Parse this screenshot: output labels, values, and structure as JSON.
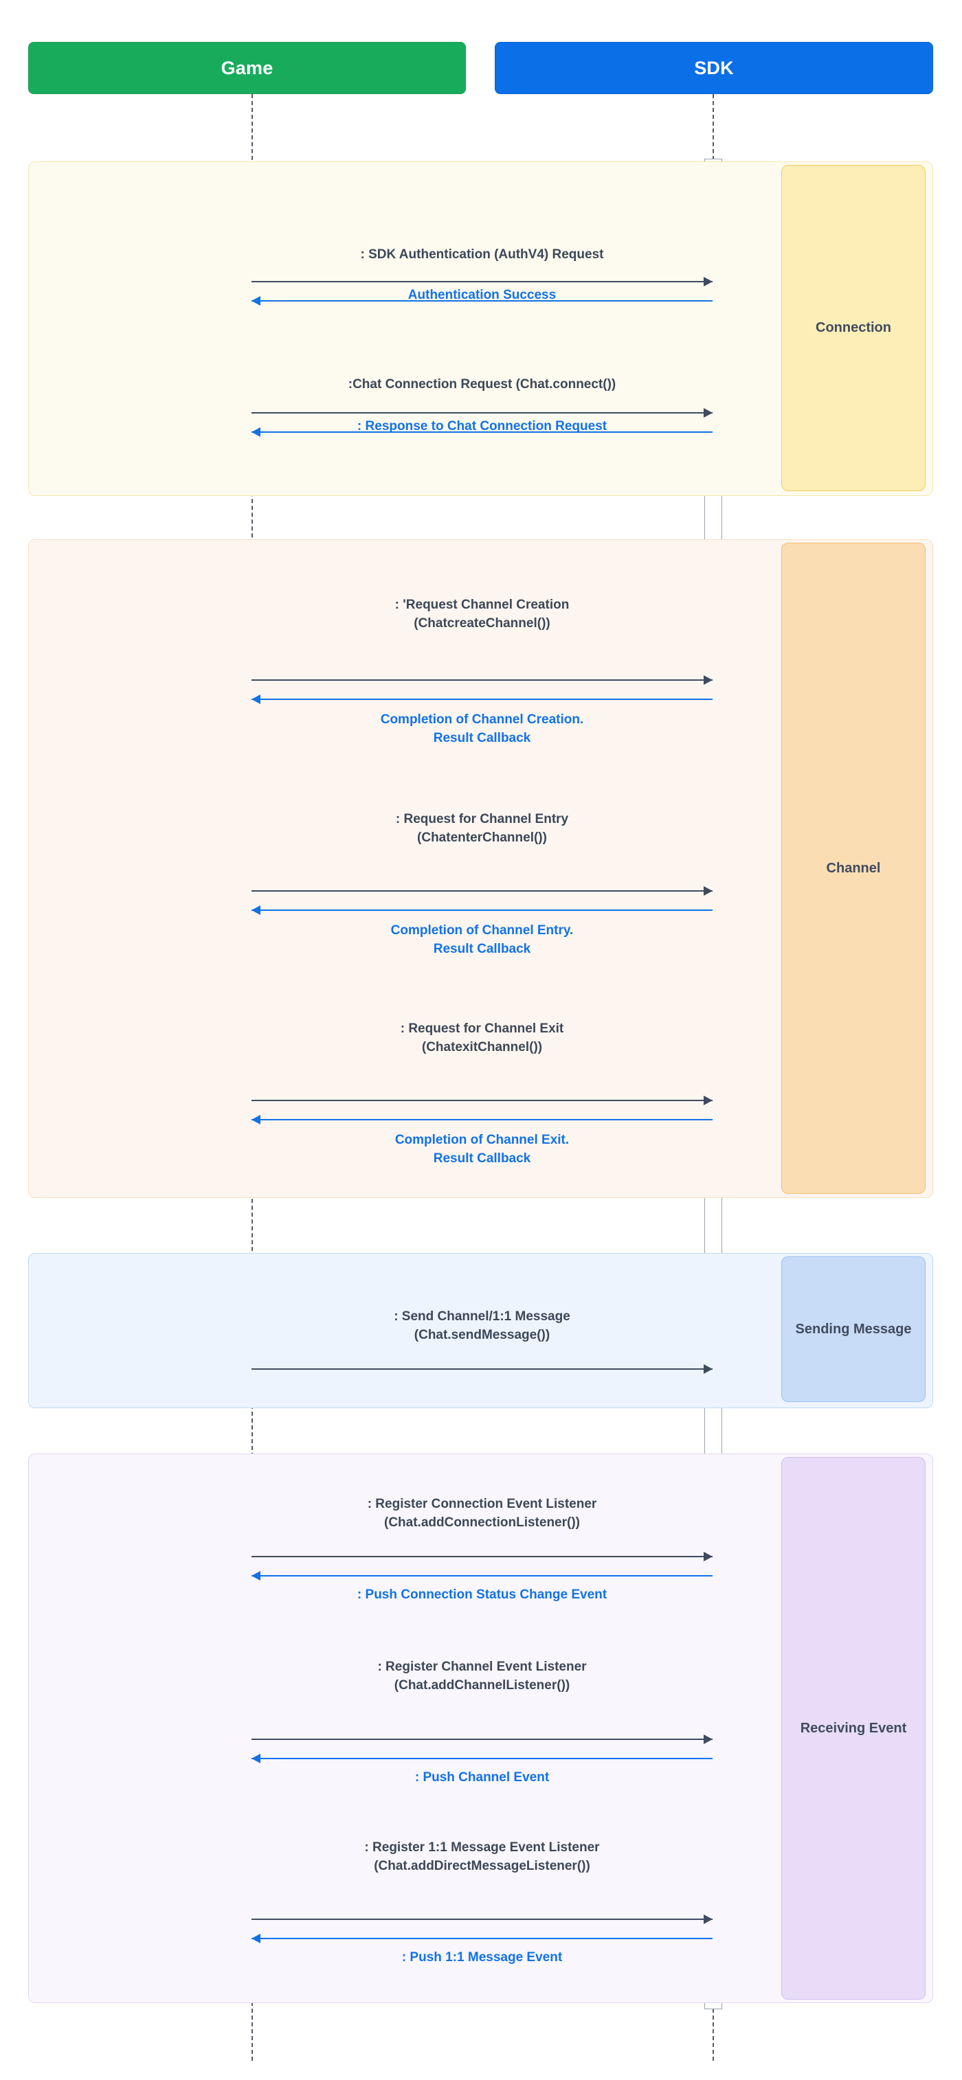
{
  "actors": [
    {
      "name": "Game",
      "color": "#19ab5c"
    },
    {
      "name": "SDK",
      "color": "#0b6fe8"
    }
  ],
  "colors": {
    "request_arrow": "#3f4b5e",
    "response_arrow": "#1272e6",
    "request_text": "#3c4757",
    "response_text": "#1272e6",
    "lifeline": "#555a63"
  },
  "sections": [
    {
      "key": "connection",
      "label": "Connection",
      "fill": "#fdfaef",
      "stroke": "#f5e9a8",
      "label_fill": "#fdeeb8",
      "label_stroke": "#f2cf5a",
      "messages": [
        {
          "type": "request",
          "text": ": SDK Authentication (AuthV4) Request"
        },
        {
          "type": "response",
          "text": "Authentication Success"
        },
        {
          "type": "request",
          "text": ":Chat Connection Request (Chat.connect())"
        },
        {
          "type": "response",
          "text": ": Response to Chat Connection Request"
        }
      ]
    },
    {
      "key": "channel",
      "label": "Channel",
      "fill": "#fdf6f0",
      "stroke": "#f9dfc2",
      "label_fill": "#fbddb3",
      "label_stroke": "#f3bd71",
      "messages": [
        {
          "type": "request",
          "text": ": 'Request Channel Creation\n(ChatcreateChannel())"
        },
        {
          "type": "response",
          "text": "Completion of Channel Creation.\nResult Callback"
        },
        {
          "type": "request",
          "text": ": Request for Channel Entry\n(ChatenterChannel())"
        },
        {
          "type": "response",
          "text": "Completion of Channel Entry.\nResult Callback"
        },
        {
          "type": "request",
          "text": ": Request for Channel Exit\n(ChatexitChannel())"
        },
        {
          "type": "response",
          "text": "Completion of Channel Exit.\nResult Callback"
        }
      ]
    },
    {
      "key": "sending",
      "label": "Sending\nMessage",
      "fill": "#edf4fd",
      "stroke": "#bfd9f6",
      "label_fill": "#c8dcf7",
      "label_stroke": "#9dc0ee",
      "messages": [
        {
          "type": "request",
          "text": ": Send Channel/1:1 Message\n(Chat.sendMessage())"
        }
      ]
    },
    {
      "key": "receiving",
      "label": "Receiving\nEvent",
      "fill": "#f9f6fd",
      "stroke": "#e2d6f7",
      "label_fill": "#e8dcf9",
      "label_stroke": "#d2bdf1",
      "messages": [
        {
          "type": "request",
          "text": ": Register Connection Event Listener\n(Chat.addConnectionListener())"
        },
        {
          "type": "response",
          "text": ": Push Connection Status Change Event"
        },
        {
          "type": "request",
          "text": ": Register Channel Event Listener\n(Chat.addChannelListener())"
        },
        {
          "type": "response",
          "text": ": Push Channel Event"
        },
        {
          "type": "request",
          "text": ": Register 1:1 Message Event Listener\n(Chat.addDirectMessageListener())"
        },
        {
          "type": "response",
          "text": ": Push 1:1 Message Event"
        }
      ]
    }
  ]
}
